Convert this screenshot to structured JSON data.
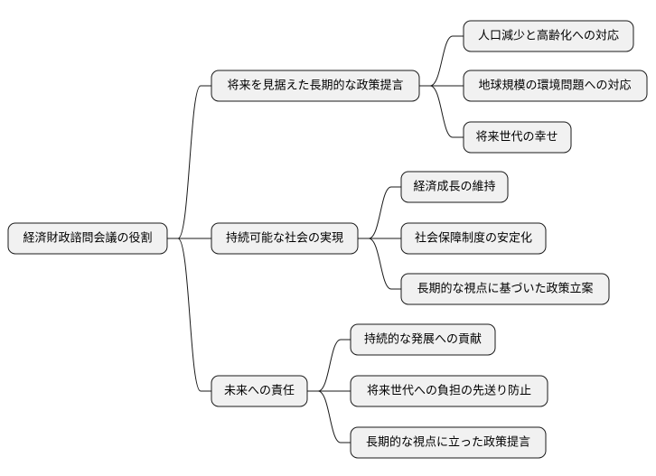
{
  "mindmap": {
    "root": "経済財政諮問会議の役割",
    "branches": [
      {
        "label": "将来を見据えた長期的な政策提言",
        "children": [
          "人口減少と高齢化への対応",
          "地球規模の環境問題への対応",
          "将来世代の幸せ"
        ]
      },
      {
        "label": "持続可能な社会の実現",
        "children": [
          "経済成長の維持",
          "社会保障制度の安定化",
          "長期的な視点に基づいた政策立案"
        ]
      },
      {
        "label": "未来への責任",
        "children": [
          "持続的な発展への貢献",
          "将来世代への負担の先送り防止",
          "長期的な視点に立った政策提言"
        ]
      }
    ]
  }
}
